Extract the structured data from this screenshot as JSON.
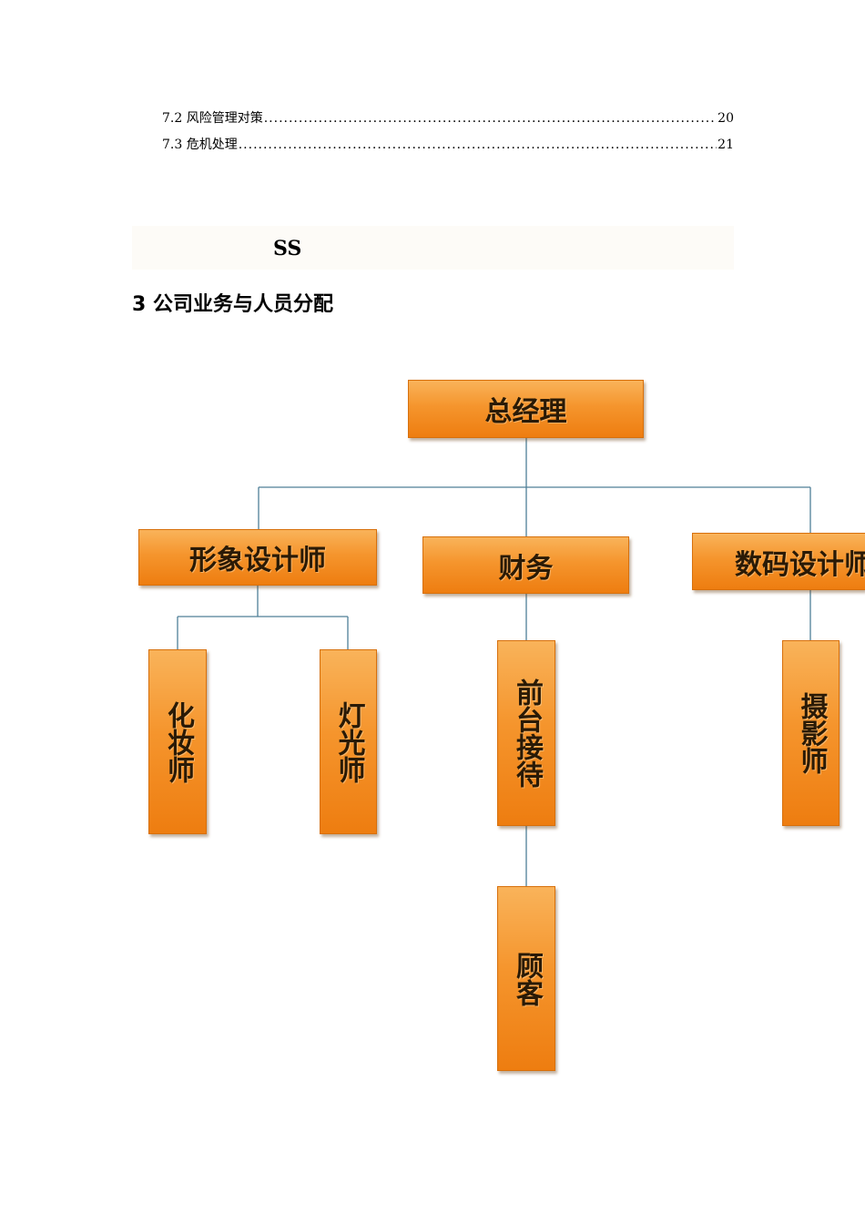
{
  "toc": [
    {
      "label": "7.2 风险管理对策",
      "page": "20"
    },
    {
      "label": "7.3 危机处理",
      "page": "21"
    }
  ],
  "banner": {
    "text": "SS"
  },
  "section": {
    "heading": "3 公司业务与人员分配"
  },
  "org_chart": {
    "root": "总经理",
    "departments": [
      "形象设计师",
      "财务",
      "数码设计师"
    ],
    "staff": {
      "makeup": "化妆师",
      "lighting": "灯光师",
      "reception": "前台接待",
      "customer": "顾客",
      "photographer": "摄影师"
    }
  }
}
